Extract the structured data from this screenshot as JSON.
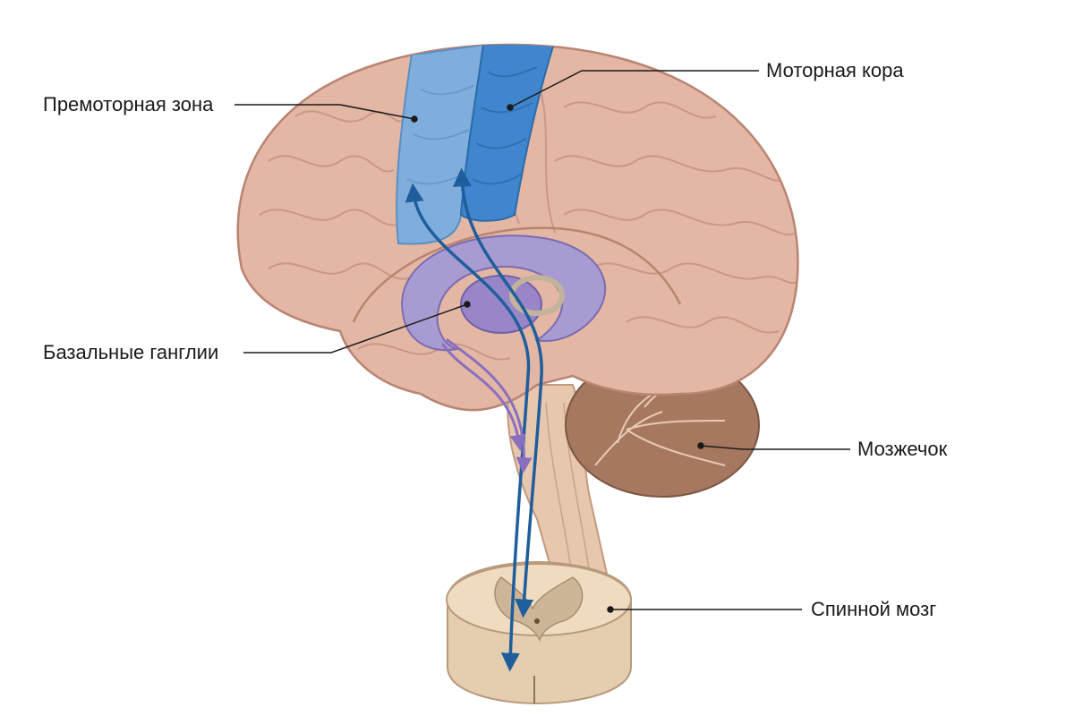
{
  "labels": {
    "premotor": "Премоторная зона",
    "motor": "Моторная кора",
    "basal": "Базальные ганглии",
    "cerebellum": "Мозжечок",
    "spinal": "Спинной мозг"
  },
  "colors": {
    "cortex": "#e3b7a4",
    "gyri_line": "#b98472",
    "premotor": "#7faedc",
    "motor": "#3f86cf",
    "basal": "#a89bd2",
    "pathway_blue": "#1f5e9c",
    "pathway_purple": "#8a6fc0",
    "cerebellum": "#a77860",
    "spinal_white": "#efdcc0",
    "spinal_grey": "#cdb597",
    "label_text": "#1a1a1a"
  }
}
